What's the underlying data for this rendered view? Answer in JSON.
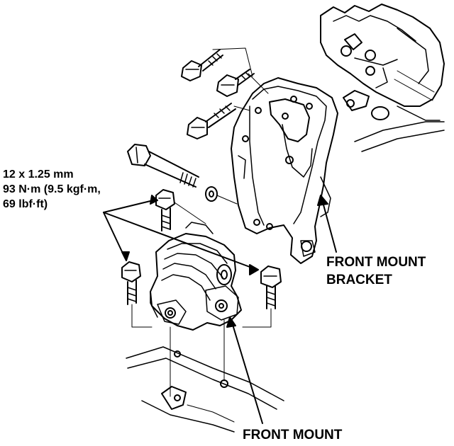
{
  "torque_spec": {
    "size": "12 x 1.25 mm",
    "torque_nm": "93 N·m (9.5 kgf·m,",
    "torque_lbf": "69 lbf·ft)"
  },
  "labels": {
    "bracket_line1": "FRONT MOUNT",
    "bracket_line2": "BRACKET",
    "mount": "FRONT MOUNT"
  },
  "colors": {
    "ink": "#000000",
    "paper": "#ffffff"
  }
}
